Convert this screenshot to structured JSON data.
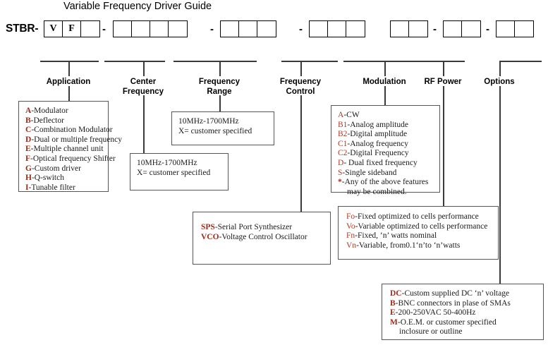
{
  "title": "Variable Frequency Driver Guide",
  "part_number": {
    "prefix": "STBR-",
    "separator": "-",
    "groups": [
      {
        "name": "model-code",
        "cells": [
          "V",
          "F",
          ""
        ]
      },
      {
        "name": "center-frequency-code",
        "cells": [
          "",
          "",
          "",
          ""
        ]
      },
      {
        "name": "frequency-range-code",
        "cells": [
          "",
          "",
          ""
        ]
      },
      {
        "name": "frequency-control-code",
        "cells": [
          "",
          "",
          ""
        ]
      },
      {
        "name": "modulation-code",
        "cells": [
          "",
          ""
        ]
      },
      {
        "name": "rf-power-code",
        "cells": [
          "",
          ""
        ]
      },
      {
        "name": "options-code",
        "cells": [
          "",
          ""
        ]
      }
    ]
  },
  "categories": {
    "application": "Application",
    "center_frequency": "Center\nFrequency",
    "frequency_range": "Frequency\nRange",
    "frequency_control": "Frequency\nControl",
    "modulation": "Modulation",
    "rf_power": "RF Power",
    "options": "Options"
  },
  "application_box": {
    "items": [
      {
        "code": "A",
        "text": "-Modulator"
      },
      {
        "code": "B",
        "text": "-Deflector"
      },
      {
        "code": "C",
        "text": "-Combination Modulator"
      },
      {
        "code": "D",
        "text": "-Dual or multiple frequency"
      },
      {
        "code": "E",
        "text": "-Multiple channel unit"
      },
      {
        "code": "F",
        "text": "-Optical frequency Shifter"
      },
      {
        "code": "G",
        "text": "-Custom driver"
      },
      {
        "code": "H",
        "text": "-Q-switch"
      },
      {
        "code": "I",
        "text": "-Tunable filter"
      }
    ]
  },
  "center_frequency_box": {
    "line1": "10MHz-1700MHz",
    "line2": "X= customer specified"
  },
  "frequency_range_box": {
    "line1": "10MHz-1700MHz",
    "line2": "X= customer specified"
  },
  "frequency_control_box": {
    "items": [
      {
        "code": "SPS",
        "text": "-Serial Port Synthesizer"
      },
      {
        "code": "VCO",
        "text": "-Voltage Control Oscillator"
      }
    ]
  },
  "modulation_box": {
    "items": [
      {
        "code": "A",
        "text": "-CW"
      },
      {
        "code": "B1",
        "text": "-Analog amplitude"
      },
      {
        "code": "B2",
        "text": "-Digital amplitude"
      },
      {
        "code": "C1",
        "text": "-Analog frequency"
      },
      {
        "code": "C2",
        "text": "-Digital Frequency"
      },
      {
        "code": "D",
        "text": "- Dual fixed frequency"
      },
      {
        "code": "S",
        "text": "-Single sideband"
      },
      {
        "code": "*",
        "text": "-Any of the above features"
      }
    ],
    "continuation": "may be combined."
  },
  "rf_power_box": {
    "items": [
      {
        "code": "Fo",
        "text": "-Fixed optimized to cells performance"
      },
      {
        "code": "Vo",
        "text": "-Variable optimized to cells performance"
      },
      {
        "code": "Fn",
        "text": "-Fixed, ‘n’ watts nominal"
      },
      {
        "code": "Vn",
        "text": "-Variable, from0.1‘n’to ‘n’watts"
      }
    ]
  },
  "options_box": {
    "items": [
      {
        "code": "DC",
        "text": "-Custom supplied DC ‘n’ voltage"
      },
      {
        "code": "B",
        "text": "-BNC connectors in plase of SMAs"
      },
      {
        "code": "E",
        "text": "-200-250VAC 50-400Hz"
      },
      {
        "code": "M",
        "text": "-O.E.M. or customer specified"
      }
    ],
    "continuation": "inclosure or outline"
  },
  "colors": {
    "code_red": "#9e2a18",
    "line_gray": "#3a3a3a",
    "text_black": "#1a1a1a"
  }
}
